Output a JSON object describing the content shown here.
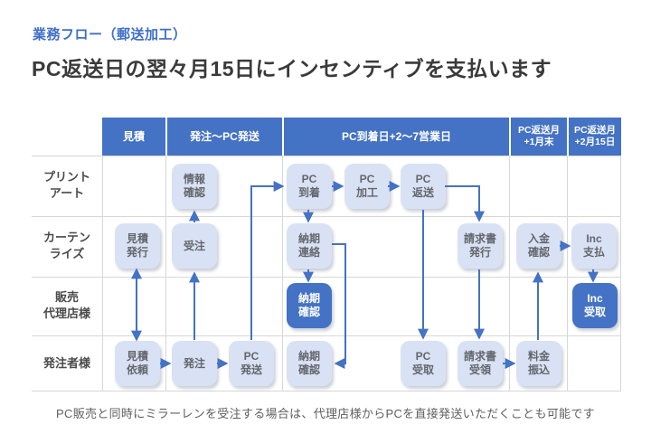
{
  "page": {
    "kicker": "業務フロー（郵送加工）",
    "heading": "PC返送日の翌々月15日にインセンティブを支払います",
    "footer_note": "PC販売と同時にミラーレンを受注する場合は、代理店様からPCを直接発送いただくことも可能です"
  },
  "table": {
    "columns": [
      "見積",
      "発注〜PC発送",
      "PC到着日+2〜7営業日",
      "PC返送月\n+1月末",
      "PC返送月\n+2月15日"
    ],
    "row_labels": [
      "プリント\nアート",
      "カーテン\nライズ",
      "販売\n代理店様",
      "発注者様"
    ]
  },
  "flow": {
    "boxes": [
      {
        "label": "情報\n確認",
        "variant": "light"
      },
      {
        "label": "PC\n到着",
        "variant": "light"
      },
      {
        "label": "PC\n加工",
        "variant": "light"
      },
      {
        "label": "PC\n返送",
        "variant": "light"
      },
      {
        "label": "見積\n発行",
        "variant": "light"
      },
      {
        "label": "受注",
        "variant": "light"
      },
      {
        "label": "納期\n連絡",
        "variant": "light"
      },
      {
        "label": "請求書\n発行",
        "variant": "light"
      },
      {
        "label": "入金\n確認",
        "variant": "light"
      },
      {
        "label": "Inc\n支払",
        "variant": "light"
      },
      {
        "label": "納期\n確認",
        "variant": "dark"
      },
      {
        "label": "Inc\n受取",
        "variant": "dark"
      },
      {
        "label": "見積\n依頼",
        "variant": "light"
      },
      {
        "label": "発注",
        "variant": "light"
      },
      {
        "label": "PC\n発送",
        "variant": "light"
      },
      {
        "label": "納期\n確認",
        "variant": "light"
      },
      {
        "label": "PC\n受取",
        "variant": "light"
      },
      {
        "label": "請求書\n受領",
        "variant": "light"
      },
      {
        "label": "料金\n振込",
        "variant": "light"
      }
    ]
  },
  "colors": {
    "accent": "#4472C4",
    "box_light": "#D9E2F4",
    "grid_line": "#D7D7D7"
  }
}
